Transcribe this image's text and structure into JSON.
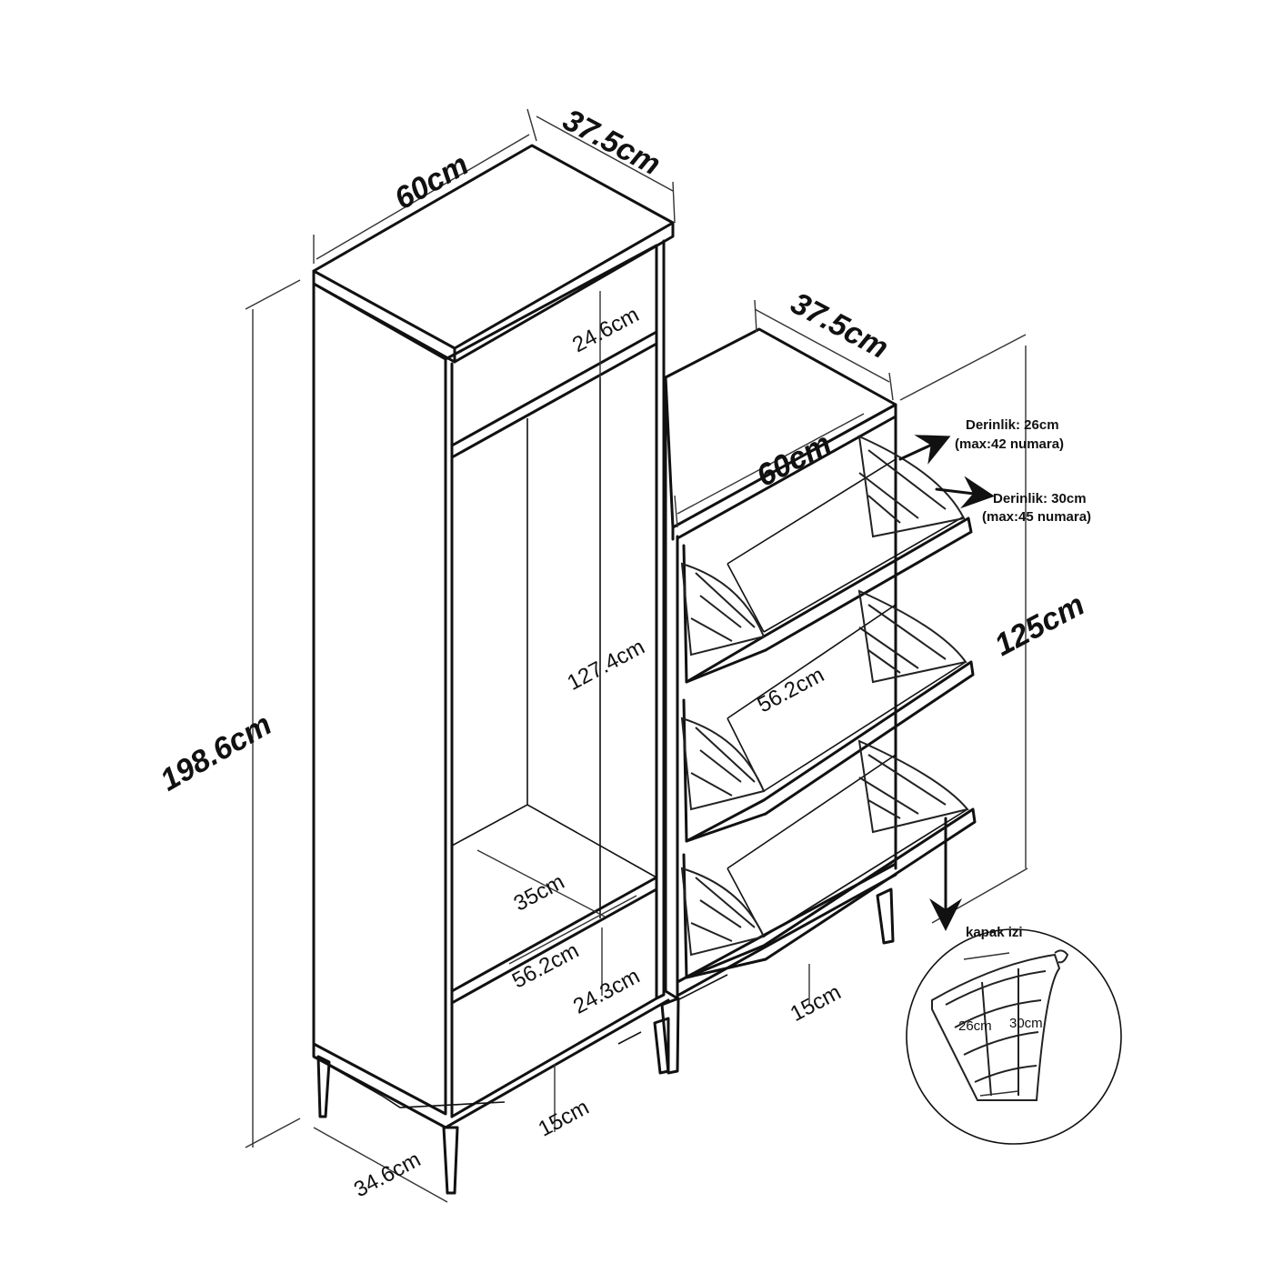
{
  "tall_cabinet": {
    "width_top": "60cm",
    "depth_top": "37.5cm",
    "height": "198.6cm",
    "top_shelf": "24.6cm",
    "inner_height": "127.4cm",
    "inner_depth": "35cm",
    "inner_width": "56.2cm",
    "drawer_height": "24.3cm",
    "leg_height": "15cm",
    "base_depth": "34.6cm"
  },
  "shoe_cabinet": {
    "depth_top": "37.5cm",
    "width_top": "60cm",
    "height": "125cm",
    "inner_width": "56.2cm",
    "leg_height": "15cm",
    "depth_note_1_line1": "Derinlik: 26cm",
    "depth_note_1_line2": "(max:42 numara)",
    "depth_note_2_line1": "Derinlik: 30cm",
    "depth_note_2_line2": "(max:45 numara)"
  },
  "detail": {
    "title": "kapak izi",
    "dim_a": "26cm",
    "dim_b": "30cm"
  }
}
